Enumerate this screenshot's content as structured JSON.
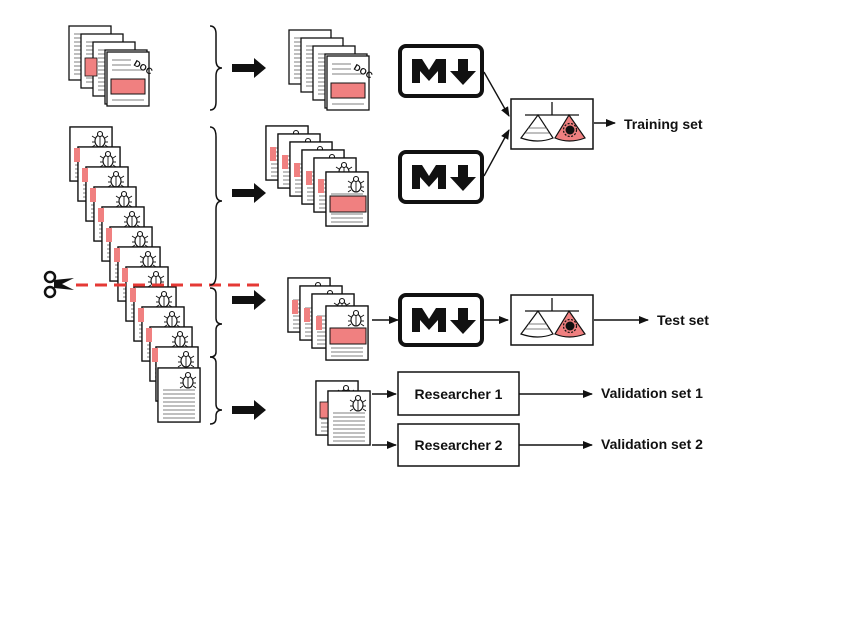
{
  "outputs": {
    "training": "Training set",
    "test": "Test set",
    "validation1": "Validation set 1",
    "validation2": "Validation set 2"
  },
  "researchers": {
    "r1": "Researcher 1",
    "r2": "Researcher 2"
  },
  "doc_tag": "DOC",
  "colors": {
    "accent": "#f08080",
    "cut_line": "#e53935",
    "stroke": "#111111"
  },
  "icons": {
    "markdown": "markdown-icon",
    "scale": "balance-scale-icon",
    "scissors": "scissors-icon",
    "bug": "bug-icon"
  }
}
